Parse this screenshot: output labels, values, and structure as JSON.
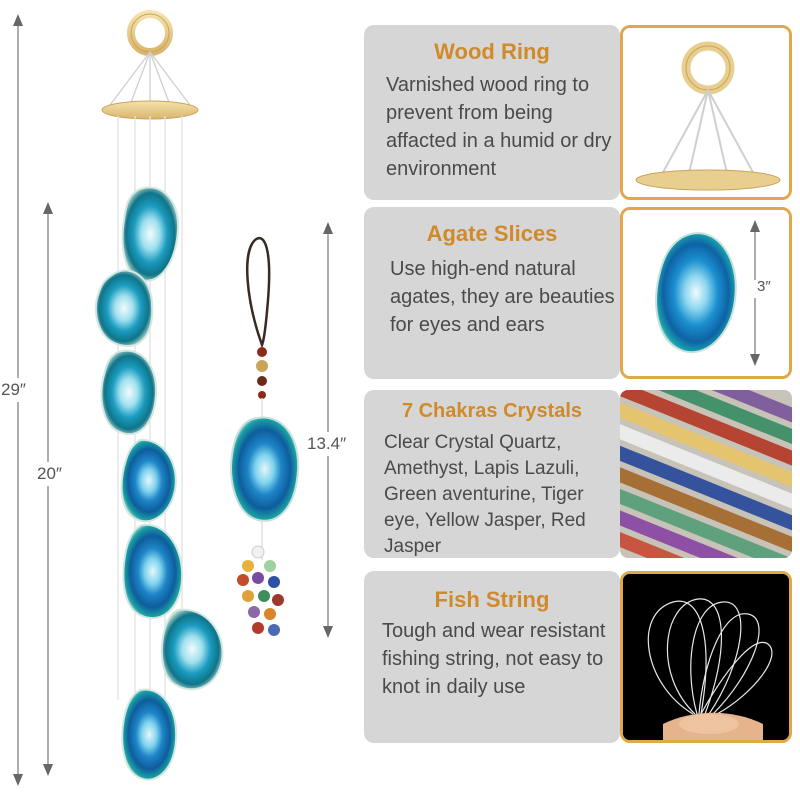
{
  "dimensions": {
    "overall_length": "29″",
    "chime_length": "20″",
    "pendant_length": "13.4″",
    "slice_size": "3″"
  },
  "features": [
    {
      "title": "Wood Ring",
      "text": "Varnished wood ring to prevent from being affacted in a humid or dry environment"
    },
    {
      "title": "Agate Slices",
      "text": "Use high-end natural agates, they are beauties for eyes and ears"
    },
    {
      "title": "7 Chakras Crystals",
      "text": "Clear Crystal Quartz, Amethyst, Lapis Lazuli, Green aventurine, Tiger eye, Yellow Jasper, Red Jasper"
    },
    {
      "title": "Fish String",
      "text": "Tough and wear resistant fishing string, not easy to knot in daily use"
    }
  ],
  "colors": {
    "accent": "#d18a2a",
    "panel_bg": "#d6d6d6",
    "photo_border": "#e0a84a",
    "agate_blue": "#1f7fc4",
    "agate_teal": "#1a9aa8",
    "wood": "#e9cf8f"
  }
}
